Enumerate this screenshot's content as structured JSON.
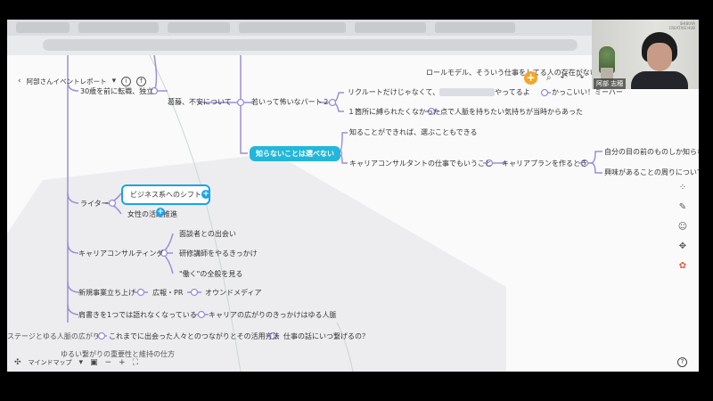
{
  "doc": {
    "title": "阿部さんイベントレポート"
  },
  "nodes": {
    "n_roles": "ロールモデル、そういう仕事をしてる人の存在がない",
    "n_30": "30歳を前に転職、独立",
    "n_kattou": "葛藤、不安について",
    "n_young": "若いって怖いなパート２",
    "n_recruit_a": "リクルートだけじゃなくて、",
    "n_recruit_b": "やってるよ",
    "n_kakkoii": "かっこいい！ミーハー",
    "n_one": "１箇所に縛られたくなかった",
    "n_dots": "点で人脈を持ちたい気持ちが当時からあった",
    "n_shiranai": "知らないことは選べない",
    "n_shireba": "知ることができれば、選ぶこともできる",
    "n_career_work": "キャリアコンサルタントの仕事でもいうこと",
    "n_career_plan": "キャリアプランを作るとき",
    "n_jibun": "自分の目の前のものしか知らない",
    "n_kyoumi": "興味があることの周りについて調べる",
    "n_writer": "ライター",
    "n_biz": "ビジネス系へのシフト",
    "n_josei": "女性の活躍推進",
    "n_cc": "キャリアコンサルティング",
    "n_mensetsu": "面談者との出会い",
    "n_kenshu": "研修講師をやるきっかけ",
    "n_hataraku": "\"働く\"の全般を見る",
    "n_shinki": "新規事業立ち上げ",
    "n_kouhou": "広報・PR",
    "n_owned": "オウンドメディア",
    "n_katagaki": "肩書きを1つでは語れなくなっている",
    "n_hirogari": "キャリアの広がりのきっかけはゆる人脈",
    "n_stage": "ステージとゆる人脈の広がり",
    "n_korema": "これまでに出会った人々とのつながりとその活用方法",
    "n_shigoto": "仕事の話にいつ繋げるの？",
    "n_yurui": "ゆるい繋がりの重要性と維持の仕方"
  },
  "toolbar": {
    "mode_label": "マインドマップ",
    "icons": [
      "info-icon",
      "cloud-upload-icon",
      "add-icon",
      "search-icon",
      "undo-icon",
      "redo-icon"
    ]
  },
  "bottom": {
    "zoom_minus": "−",
    "zoom_plus": "+"
  },
  "webcam": {
    "name": "阿部 志穂",
    "sign": "SHIBUYA CREATIVE HUB"
  },
  "colors": {
    "accent": "#22b7d9",
    "link": "#9b8ed6",
    "add": "#f5a623",
    "select": "#1aa4e6"
  }
}
